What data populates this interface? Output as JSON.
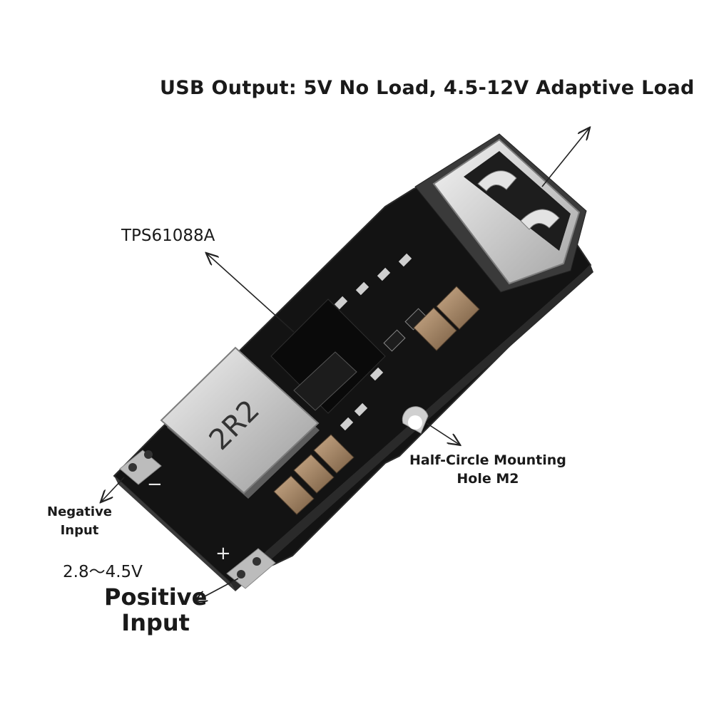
{
  "labels": {
    "usb_output": "USB Output: 5V No Load, 4.5-12V Adaptive Load",
    "chip": "TPS61088A",
    "mounting_hole_line1": "Half-Circle Mounting",
    "mounting_hole_line2": "Hole M2",
    "negative_line1": "Negative",
    "negative_line2": "Input",
    "voltage_range": "2.8～4.5V",
    "positive_line1": "Positive",
    "positive_line2": "Input"
  },
  "board_markings": {
    "inductor_code": "2R2",
    "minus_sign": "−",
    "plus_sign": "+"
  },
  "colors": {
    "pcb": "#141414",
    "pcb_edge": "#2a2a2a",
    "inductor": "#c9c9c9",
    "capacitor": "#a8896a",
    "usb_metal": "#d8d8d8",
    "arrow": "#222222"
  }
}
